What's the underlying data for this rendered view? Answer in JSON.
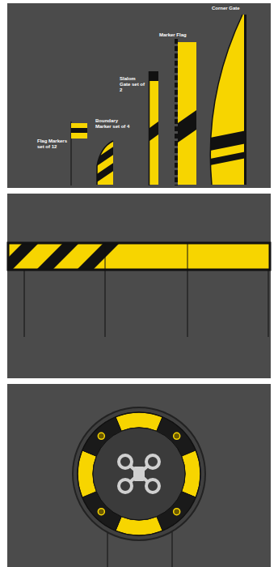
{
  "diagram": {
    "labels": [
      "Flag Markers set of 12",
      "Boundary Marker set of 4",
      "Slalom Gate set of 2",
      "Marker Flag",
      "Corner Gate"
    ]
  }
}
